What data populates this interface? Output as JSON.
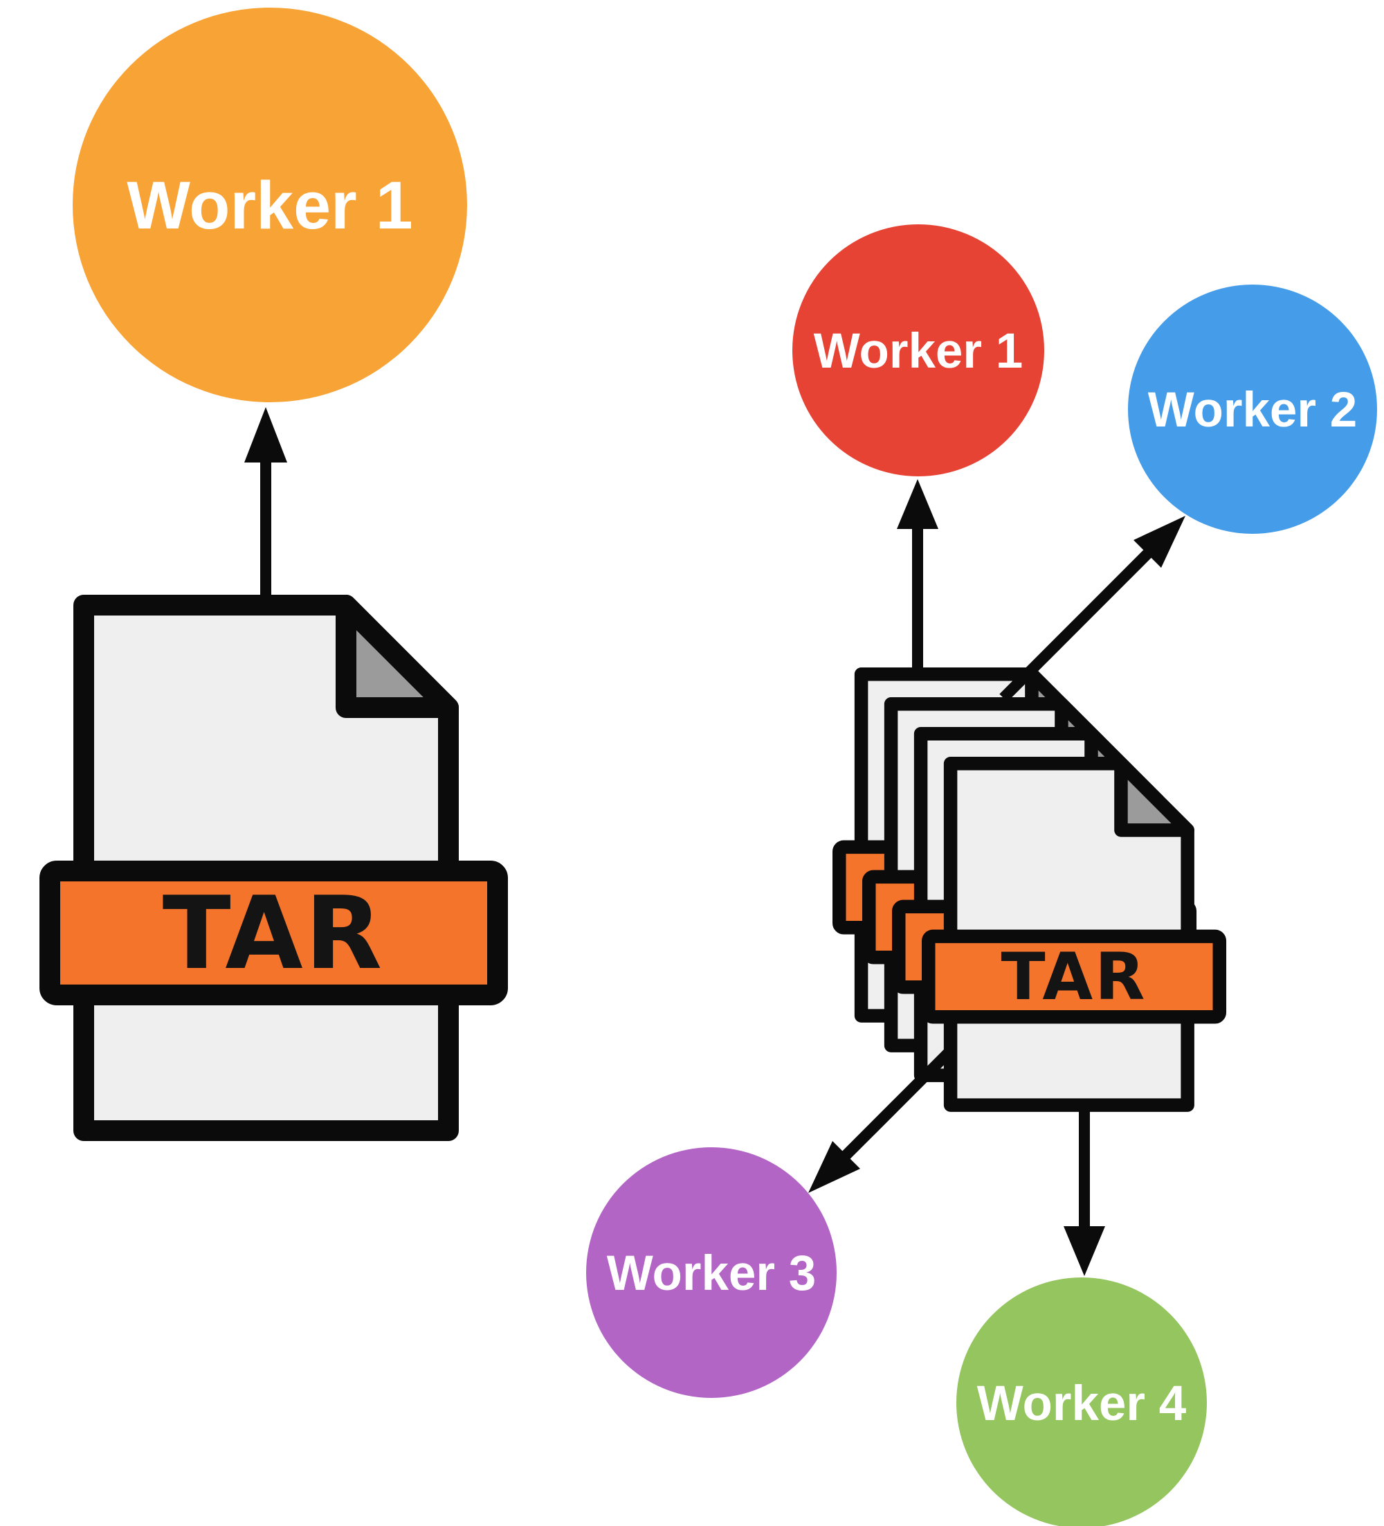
{
  "palette": {
    "background": "#FFFFFF",
    "outline_black": "#0B0B0B",
    "paper_gray": "#EFEFEF",
    "fold_gray": "#9B9B9B",
    "band_orange": "#F4742B",
    "tar_text_color": "#141414"
  },
  "single_tar": {
    "band_label": "TAR",
    "worker": {
      "label": "Worker 1",
      "color": "#F8A336",
      "text_color": "#FFFFFF"
    }
  },
  "sharded_tar": {
    "band_label": "TAR",
    "file_count": 4,
    "worker_text_color": "#FFFFFF",
    "workers": [
      {
        "label": "Worker 1",
        "color": "#E74334"
      },
      {
        "label": "Worker 2",
        "color": "#459DE9"
      },
      {
        "label": "Worker 3",
        "color": "#B365C6"
      },
      {
        "label": "Worker 4",
        "color": "#94C55E"
      }
    ]
  }
}
